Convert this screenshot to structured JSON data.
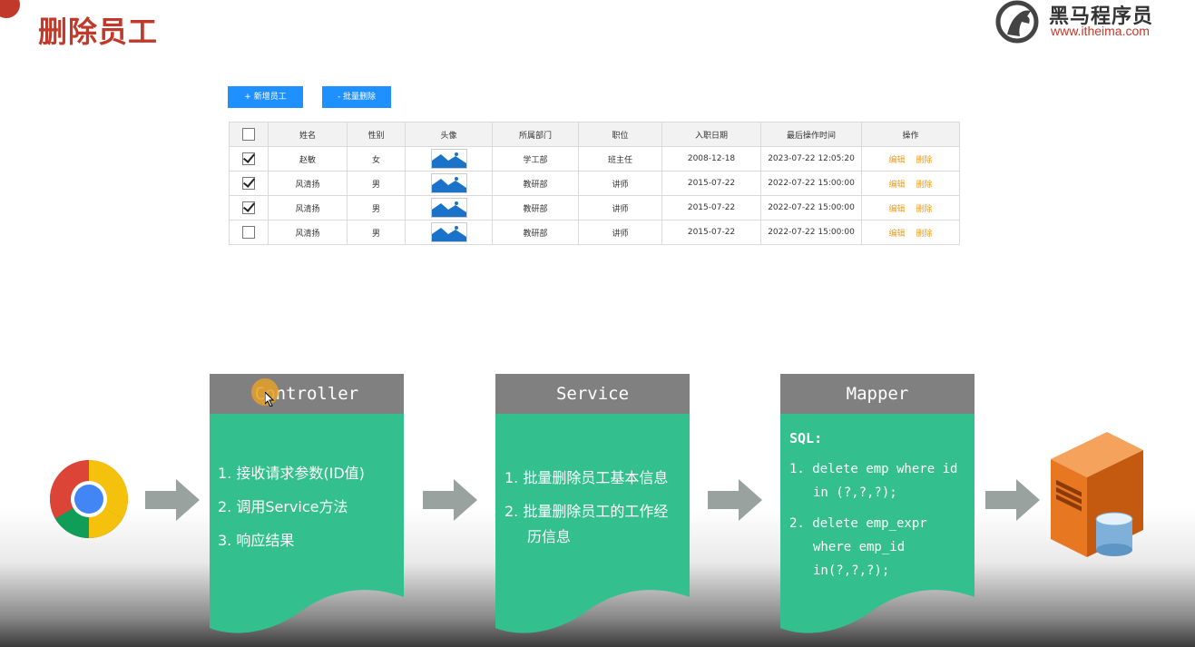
{
  "header": {
    "title": "删除员工",
    "logo_cn": "黑马程序员",
    "logo_url": "www.itheima.com"
  },
  "toolbar": {
    "add_label": "+ 新增员工",
    "batch_delete_label": "- 批量删除"
  },
  "table": {
    "headers": [
      "姓名",
      "性别",
      "头像",
      "所属部门",
      "职位",
      "入职日期",
      "最后操作时间",
      "操作"
    ],
    "rows": [
      {
        "checked": true,
        "name": "赵敏",
        "gender": "女",
        "dept": "学工部",
        "job": "班主任",
        "entry": "2008-12-18",
        "updated": "2023-07-22 12:05:20",
        "edit": "编辑",
        "del": "删除"
      },
      {
        "checked": true,
        "name": "风清扬",
        "gender": "男",
        "dept": "教研部",
        "job": "讲师",
        "entry": "2015-07-22",
        "updated": "2022-07-22 15:00:00",
        "edit": "编辑",
        "del": "删除"
      },
      {
        "checked": true,
        "name": "风清扬",
        "gender": "男",
        "dept": "教研部",
        "job": "讲师",
        "entry": "2015-07-22",
        "updated": "2022-07-22 15:00:00",
        "edit": "编辑",
        "del": "删除"
      },
      {
        "checked": false,
        "name": "风清扬",
        "gender": "男",
        "dept": "教研部",
        "job": "讲师",
        "entry": "2015-07-22",
        "updated": "2022-07-22 15:00:00",
        "edit": "编辑",
        "del": "删除"
      }
    ]
  },
  "flow": {
    "controller": {
      "title": "Controller",
      "items": [
        "1. 接收请求参数(ID值)",
        "2. 调用Service方法",
        "3. 响应结果"
      ]
    },
    "service": {
      "title": "Service",
      "items": [
        "1. 批量删除员工基本信息",
        "2. 批量删除员工的工作经",
        "历信息"
      ]
    },
    "mapper": {
      "title": "Mapper",
      "sql_label": "SQL:",
      "lines": [
        "1. delete emp where id",
        "in (?,?,?);",
        "2. delete emp_expr",
        "where emp_id",
        "in(?,?,?);"
      ]
    }
  },
  "colors": {
    "card_head": "#808080",
    "card_body": "#34bf8f",
    "arrow": "#9aa29f",
    "title": "#c0392b",
    "button": "#1e90ff",
    "op_link": "#f39c12"
  }
}
